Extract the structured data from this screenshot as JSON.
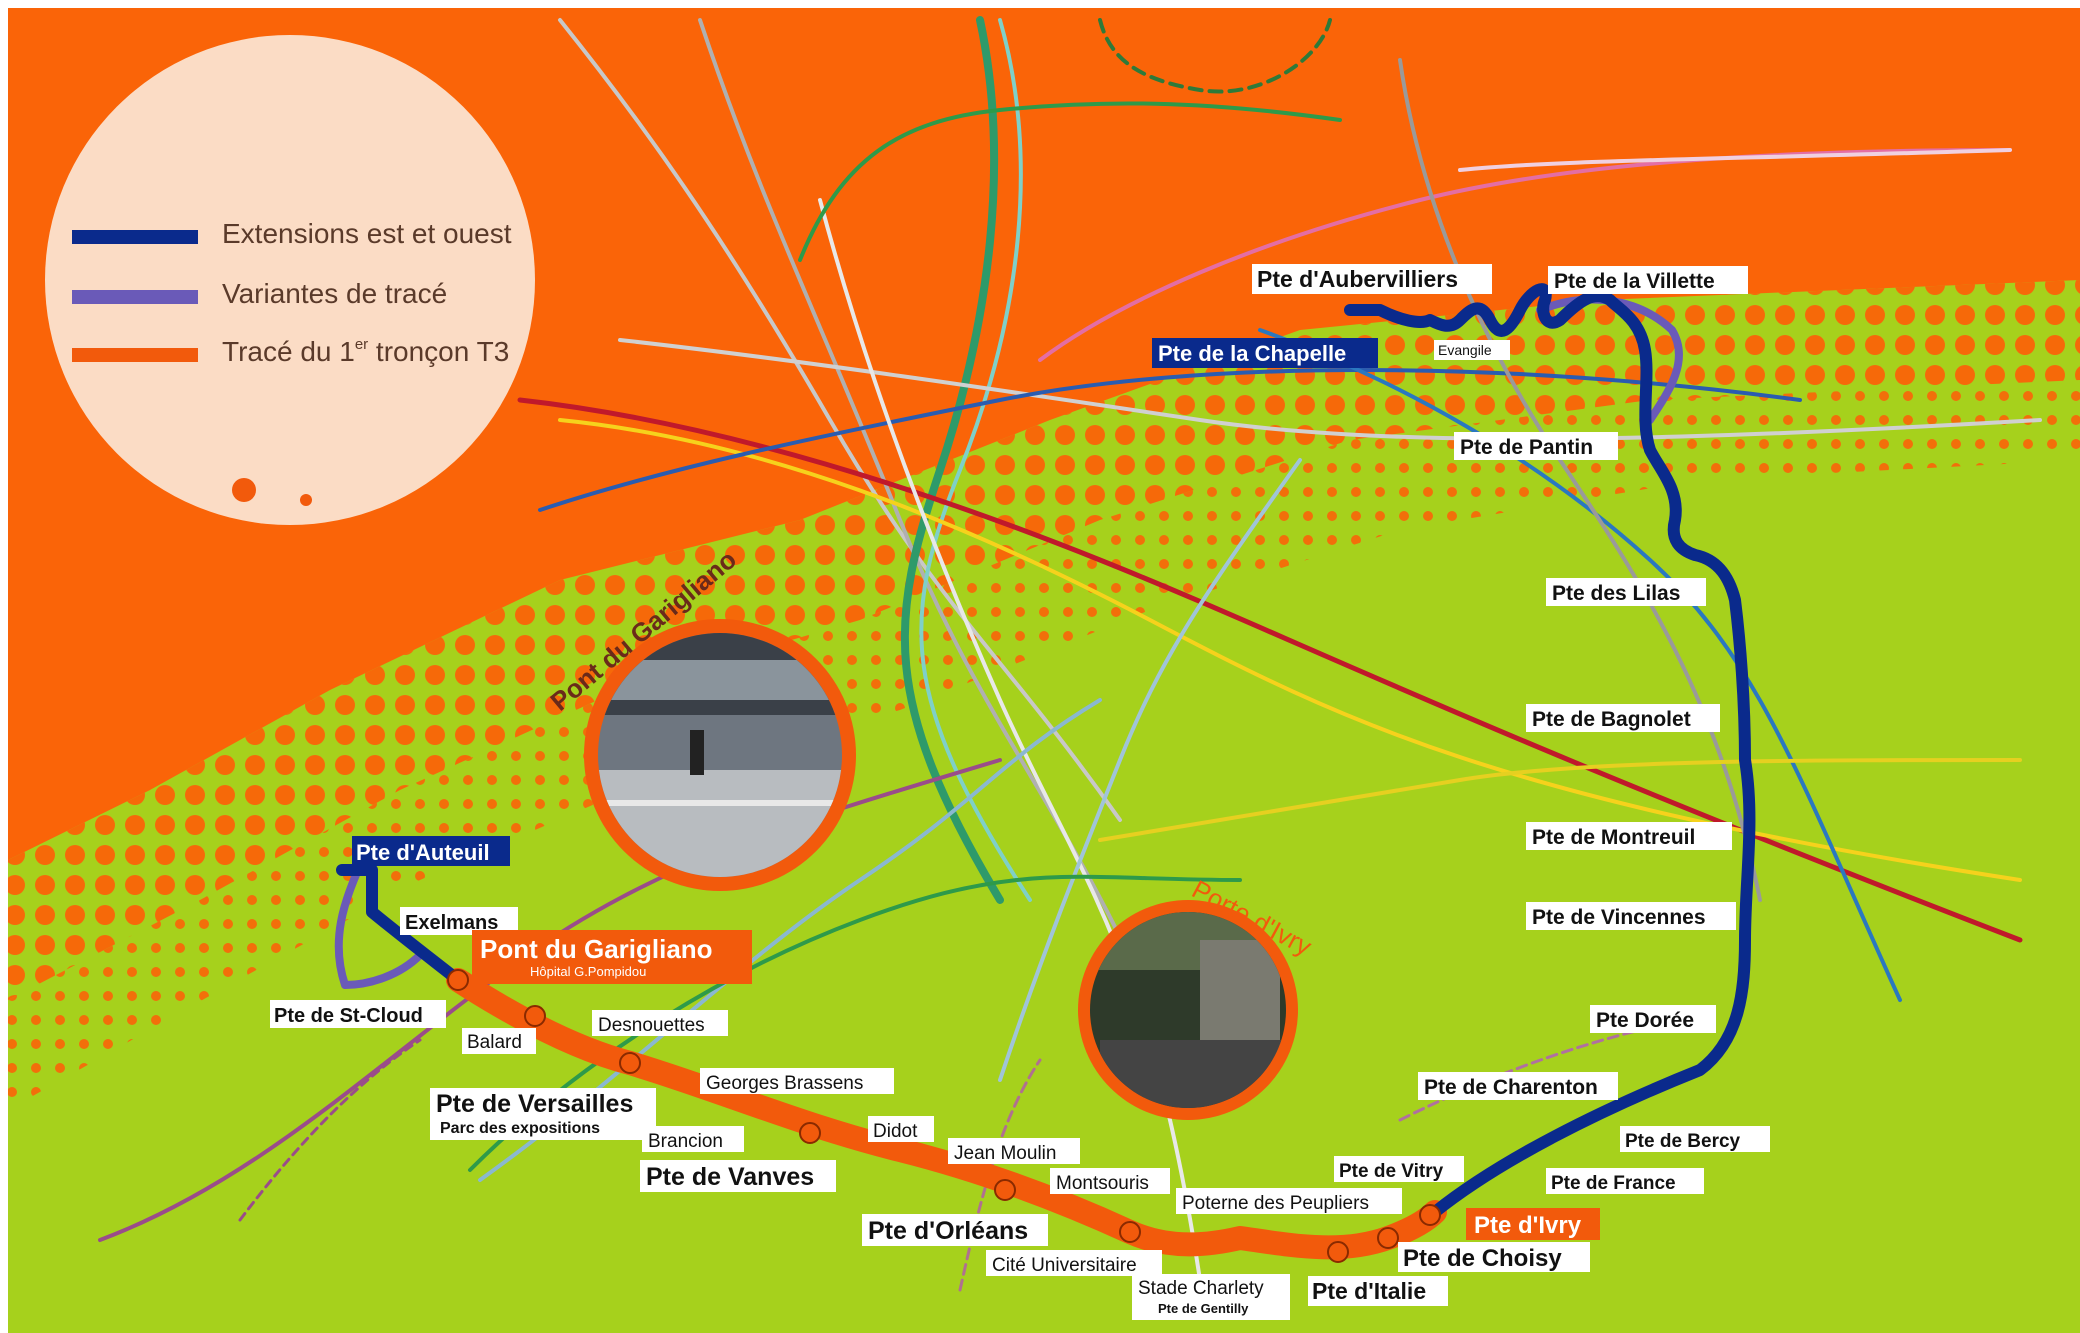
{
  "legend": {
    "items": [
      {
        "label": "Extensions est et ouest",
        "color": "#0a2a8c"
      },
      {
        "label": "Variantes de tracé",
        "color": "#6a5ab8"
      },
      {
        "label": "Tracé du 1",
        "sup": "er",
        "suffix": " tronçon T3",
        "color": "#f25a0c"
      }
    ]
  },
  "photos": {
    "garigliano_caption": "Pont du Garigliano",
    "ivry_caption": "Porte d'Ivry"
  },
  "stations": {
    "pte_auteuil": "Pte d'Auteuil",
    "exelmans": "Exelmans",
    "pont_garigliano": "Pont du Garigliano",
    "hopital": "Hôpital G.Pompidou",
    "pte_st_cloud": "Pte de St-Cloud",
    "balard": "Balard",
    "desnouettes": "Desnouettes",
    "pte_versailles": "Pte de Versailles",
    "parc_expo": "Parc des expositions",
    "georges_brassens": "Georges Brassens",
    "brancion": "Brancion",
    "didot": "Didot",
    "pte_vanves": "Pte de Vanves",
    "jean_moulin": "Jean Moulin",
    "montsouris": "Montsouris",
    "pte_orleans": "Pte d'Orléans",
    "poterne": "Poterne des Peupliers",
    "cite_u": "Cité Universitaire",
    "stade_charlety": "Stade Charlety",
    "pte_gentilly": "Pte de Gentilly",
    "pte_italie": "Pte d'Italie",
    "pte_choisy": "Pte de Choisy",
    "pte_ivry": "Pte d'Ivry",
    "pte_vitry": "Pte de Vitry",
    "pte_france": "Pte de France",
    "pte_bercy": "Pte de Bercy",
    "pte_charenton": "Pte de Charenton",
    "pte_doree": "Pte Dorée",
    "pte_vincennes": "Pte de Vincennes",
    "pte_montreuil": "Pte de Montreuil",
    "pte_bagnolet": "Pte de Bagnolet",
    "pte_lilas": "Pte des Lilas",
    "pte_pantin": "Pte de Pantin",
    "pte_villette": "Pte de la Villette",
    "evangile": "Evangile",
    "pte_aubervilliers": "Pte d'Aubervilliers",
    "pte_chapelle": "Pte de la Chapelle"
  },
  "colors": {
    "background_orange": "#fa6408",
    "background_green": "#a6d11c",
    "t3_line": "#f25a0c",
    "extension": "#0a2a8c",
    "variant": "#6a5ab8",
    "legend_disc": "#fbdcc5"
  }
}
